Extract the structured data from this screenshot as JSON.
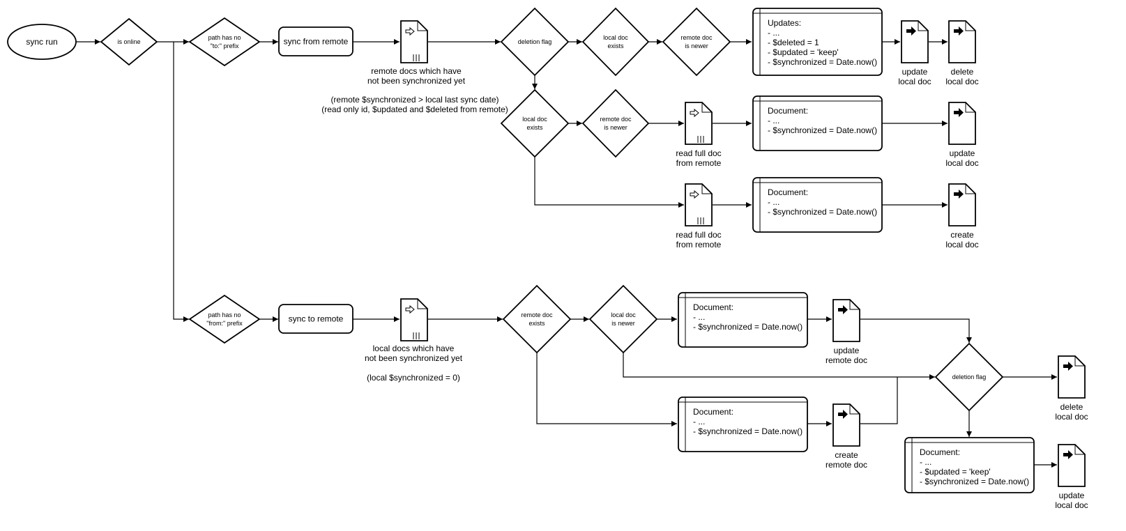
{
  "nodes": {
    "sync_run": "sync run",
    "is_online": "is online",
    "path_no_to": [
      "path has no",
      "\"to:\" prefix"
    ],
    "path_no_from": [
      "path has no",
      "\"from:\" prefix"
    ],
    "sync_from_remote": "sync from remote",
    "sync_to_remote": "sync to remote",
    "remote_docs_caption": [
      "remote docs which have",
      "not been synchronized yet"
    ],
    "remote_docs_note": [
      "(remote $synchronized > local last sync date)",
      "(read only id, $updated and $deleted from remote)"
    ],
    "local_docs_caption": [
      "local docs which have",
      "not been synchronized yet"
    ],
    "local_docs_note": "(local $synchronized = 0)",
    "deletion_flag_top": "deletion flag",
    "local_doc_exists_top": [
      "local doc",
      "exists"
    ],
    "remote_doc_newer_top": [
      "remote doc",
      "is newer"
    ],
    "local_doc_exists_mid": [
      "local doc",
      "exists"
    ],
    "remote_doc_newer_mid": [
      "remote doc",
      "is newer"
    ],
    "remote_doc_exists_bot": [
      "remote doc",
      "exists"
    ],
    "local_doc_newer_bot": [
      "local doc",
      "is newer"
    ],
    "deletion_flag_bot": "deletion flag",
    "updates_box": [
      "Updates:",
      "- ...",
      "- $deleted = 1",
      "- $updated = 'keep'",
      "- $synchronized = Date.now()"
    ],
    "doc_box_mid": [
      "Document:",
      "- ...",
      "- $synchronized = Date.now()"
    ],
    "doc_box_low": [
      "Document:",
      "- ...",
      "- $synchronized = Date.now()"
    ],
    "doc_box_bot1": [
      "Document:",
      "- ...",
      "- $synchronized = Date.now()"
    ],
    "doc_box_bot2": [
      "Document:",
      "- ...",
      "- $synchronized = Date.now()"
    ],
    "doc_box_bot3": [
      "Document:",
      "- ...",
      "- $updated = 'keep'",
      "- $synchronized = Date.now()"
    ],
    "read_full_doc_1": [
      "read full doc",
      "from remote"
    ],
    "read_full_doc_2": [
      "read full doc",
      "from remote"
    ],
    "update_local_doc_1": [
      "update",
      "local doc"
    ],
    "delete_local_doc_1": [
      "delete",
      "local doc"
    ],
    "update_local_doc_2": [
      "update",
      "local doc"
    ],
    "create_local_doc": [
      "create",
      "local doc"
    ],
    "update_remote_doc": [
      "update",
      "remote doc"
    ],
    "create_remote_doc": [
      "create",
      "remote doc"
    ],
    "delete_local_doc_2": [
      "delete",
      "local doc"
    ],
    "update_local_doc_3": [
      "update",
      "local doc"
    ]
  }
}
